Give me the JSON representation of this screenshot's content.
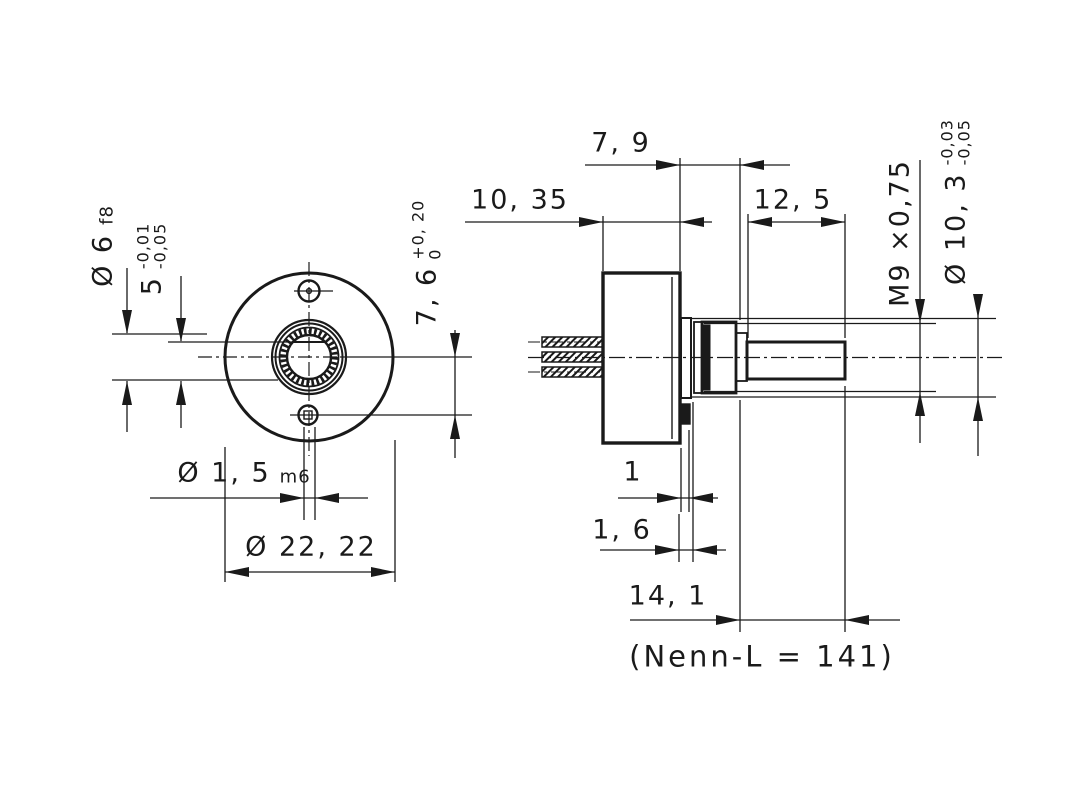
{
  "colors": {
    "ink": "#1a1a1a",
    "background": "#ffffff"
  },
  "dims": {
    "d6": {
      "label": "Ø 6",
      "suffix": "f8"
    },
    "d5": {
      "label": "5",
      "tol_up": "-0,01",
      "tol_dn": "-0,05"
    },
    "d76": {
      "label": "7, 6",
      "tol_up": "+0, 20",
      "tol_dn": "0"
    },
    "d15": {
      "label": "Ø 1, 5",
      "suffix": "m6"
    },
    "d2222": {
      "label": "Ø 22, 22"
    },
    "d1035": {
      "label": "10, 35"
    },
    "d79": {
      "label": "7, 9"
    },
    "d125": {
      "label": "12, 5"
    },
    "dm9": {
      "label": "M9 ×0,75"
    },
    "d103": {
      "label": "Ø 10, 3",
      "tol_up": "-0,03",
      "tol_dn": "-0,05"
    },
    "d1": {
      "label": "1"
    },
    "d16": {
      "label": "1, 6"
    },
    "d141": {
      "label": "14, 1"
    },
    "note": {
      "label": "(Nenn-L = 141)"
    }
  }
}
